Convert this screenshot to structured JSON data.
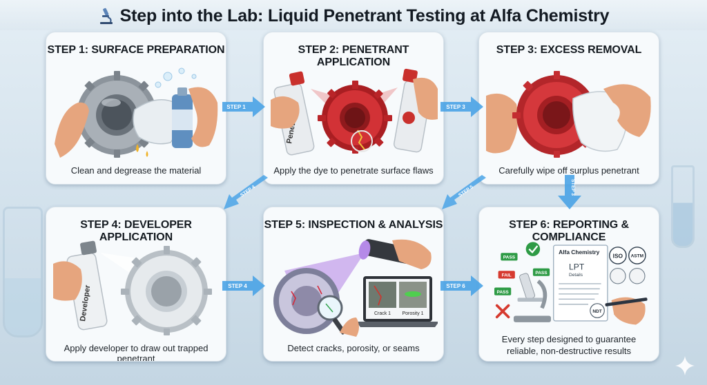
{
  "title": "Step into the Lab: Liquid Penetrant Testing at Alfa Chemistry",
  "icons": {
    "title": "microscope-icon"
  },
  "colors": {
    "arrow": "#4aa3e6",
    "dye_red": "#c8262a",
    "uv_violet": "#8a3ad6",
    "pass_green": "#2e9b45",
    "fail_red": "#d63a2f"
  },
  "steps": [
    {
      "title": "STEP 1: SURFACE PREPARATION",
      "caption": "Clean and degrease the material"
    },
    {
      "title": "STEP 2: PENETRANT APPLICATION",
      "caption": "Apply the dye to penetrate surface flaws"
    },
    {
      "title": "STEP 3: EXCESS REMOVAL",
      "caption": "Carefully wipe off surplus penetrant"
    },
    {
      "title": "STEP 4: DEVELOPER APPLICATION",
      "caption": "Apply developer to draw out trapped penetrant"
    },
    {
      "title": "STEP 5: INSPECTION & ANALYSIS",
      "caption": "Detect cracks, porosity, or seams"
    },
    {
      "title": "STEP 6: REPORTING & COMPLIANCE",
      "caption": "Every step designed to guarantee reliable, non-destructive results"
    }
  ],
  "arrows": {
    "a1": "STEP 1",
    "a2": "STEP 3",
    "a3": "STEP 4",
    "a4": "STEP 5",
    "a5": "STEP 3",
    "a6": "STEP 4",
    "a7": "STEP 6"
  },
  "illustration_text": {
    "penetrant_can": "Penetrant",
    "developer_can": "Developer",
    "crack_label": "Crack 1",
    "porosity_label": "Porosity 1",
    "report_company": "Alfa Chemistry",
    "report_title": "LPT",
    "report_subtitle": "Details",
    "badge_pass": "PASS",
    "badge_fail": "FAIL",
    "seal_iso": "ISO",
    "seal_astm": "ASTM",
    "seal_ndt": "NDT"
  }
}
